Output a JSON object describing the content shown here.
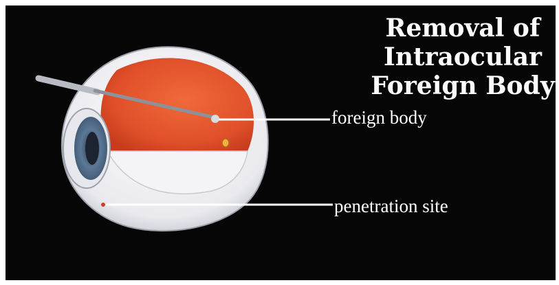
{
  "title": {
    "line1": "Removal of",
    "line2": "Intraocular",
    "line3": "Foreign Body"
  },
  "labels": {
    "foreign_body": "foreign body",
    "penetration_site": "penetration site"
  },
  "colors": {
    "background": "#060606",
    "retina": "#e0502a",
    "sclera": "#eeeeee",
    "iris": "#4d6a86",
    "text": "#ffffff"
  }
}
